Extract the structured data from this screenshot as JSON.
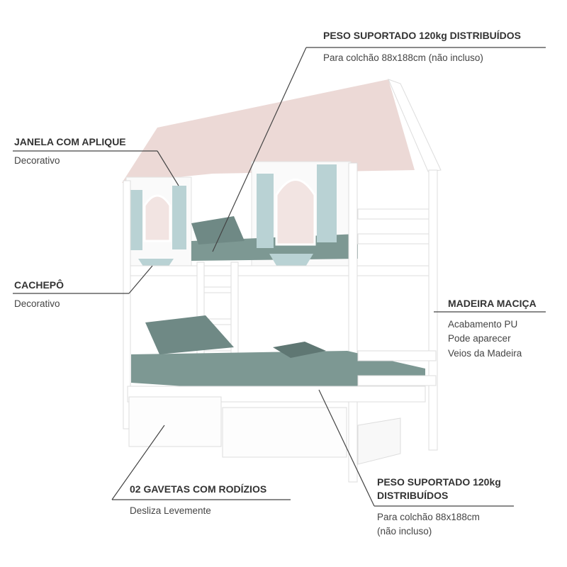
{
  "callouts": {
    "top_weight": {
      "title": "PESO SUPORTADO 120kg DISTRIBUÍDOS",
      "lines": [
        "Para colchão 88x188cm (não incluso)"
      ]
    },
    "window": {
      "title": "JANELA COM APLIQUE",
      "lines": [
        "Decorativo"
      ]
    },
    "planter": {
      "title": "CACHEPÔ",
      "lines": [
        "Decorativo"
      ]
    },
    "wood": {
      "title": "MADEIRA MACIÇA",
      "lines": [
        "Acabamento PU",
        "Pode aparecer",
        "Veios da Madeira"
      ]
    },
    "drawers": {
      "title": "02 GAVETAS COM RODÍZIOS",
      "lines": [
        "Desliza Levemente"
      ]
    },
    "bottom_weight": {
      "title_lines": [
        "PESO SUPORTADO 120kg",
        "DISTRIBUÍDOS"
      ],
      "lines": [
        "Para colchão  88x188cm",
        "(não incluso)"
      ]
    }
  },
  "colors": {
    "roof": "#ecd9d6",
    "mattress": "#7d9893",
    "shutter": "#b9d2d4",
    "frame": "#ffffff",
    "line": "#444444"
  }
}
